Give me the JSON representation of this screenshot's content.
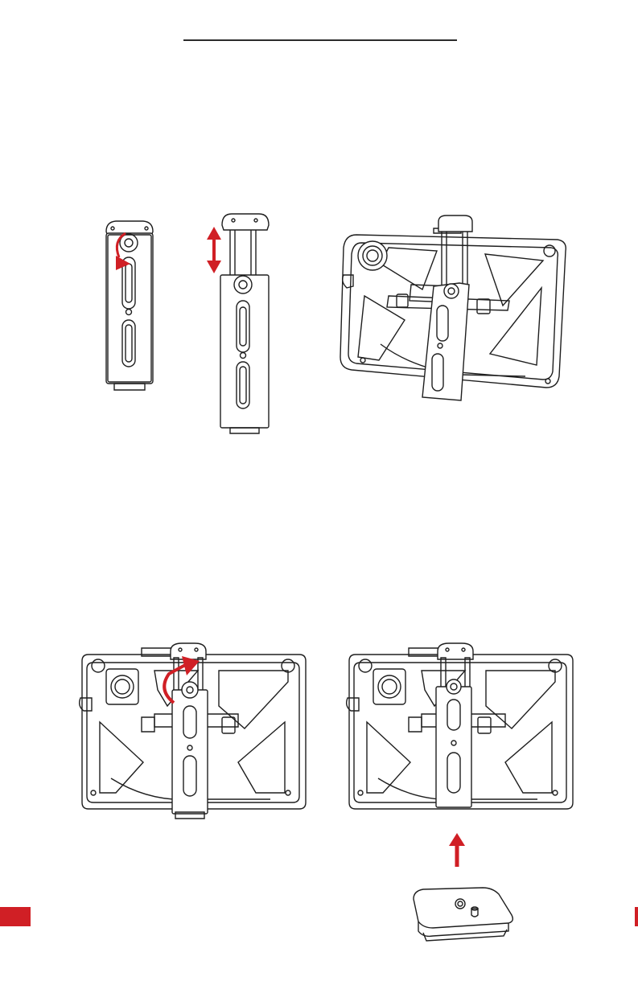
{
  "page": {
    "heading_rule": "",
    "accent_color": "#d01f25",
    "line_color": "#1e1e1e"
  },
  "figures": [
    {
      "icon": "rotate-knob-icon",
      "step": "step-1"
    },
    {
      "icon": "extend-bracket-icon",
      "step": "step-2"
    },
    {
      "icon": "bracket-on-tablet-icon",
      "step": "step-3"
    },
    {
      "icon": "tighten-knob-icon",
      "step": "step-4"
    },
    {
      "icon": "attach-quick-release-icon",
      "step": "step-5"
    }
  ],
  "page_tab": {
    "label": ""
  }
}
